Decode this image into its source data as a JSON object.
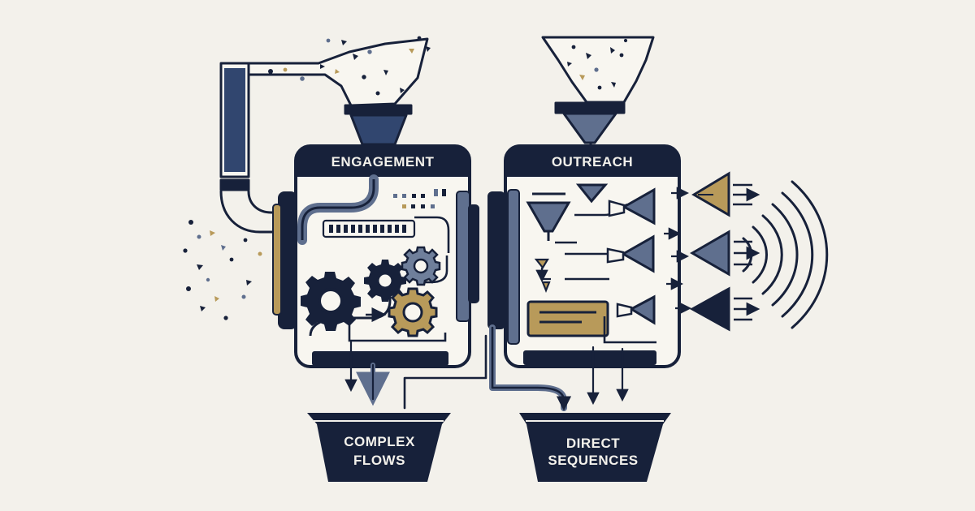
{
  "diagram": {
    "engagement": {
      "title": "ENGAGEMENT"
    },
    "outreach": {
      "title": "OUTREACH"
    },
    "outputs": {
      "complex": {
        "line1": "COMPLEX",
        "line2": "FLOWS"
      },
      "direct": {
        "line1": "DIRECT",
        "line2": "SEQUENCES"
      }
    }
  },
  "palette": {
    "navy": "#17213a",
    "slate": "#5f6f8e",
    "gold": "#b89a5a",
    "cream": "#f3f1eb",
    "panel": "#f7f5ef"
  },
  "icons": {
    "left_input": "funnel-icon",
    "right_input": "funnel-icon",
    "left_machine": "gear-icon",
    "right_machine": "megaphone-icon",
    "signal": "wave-icon"
  }
}
